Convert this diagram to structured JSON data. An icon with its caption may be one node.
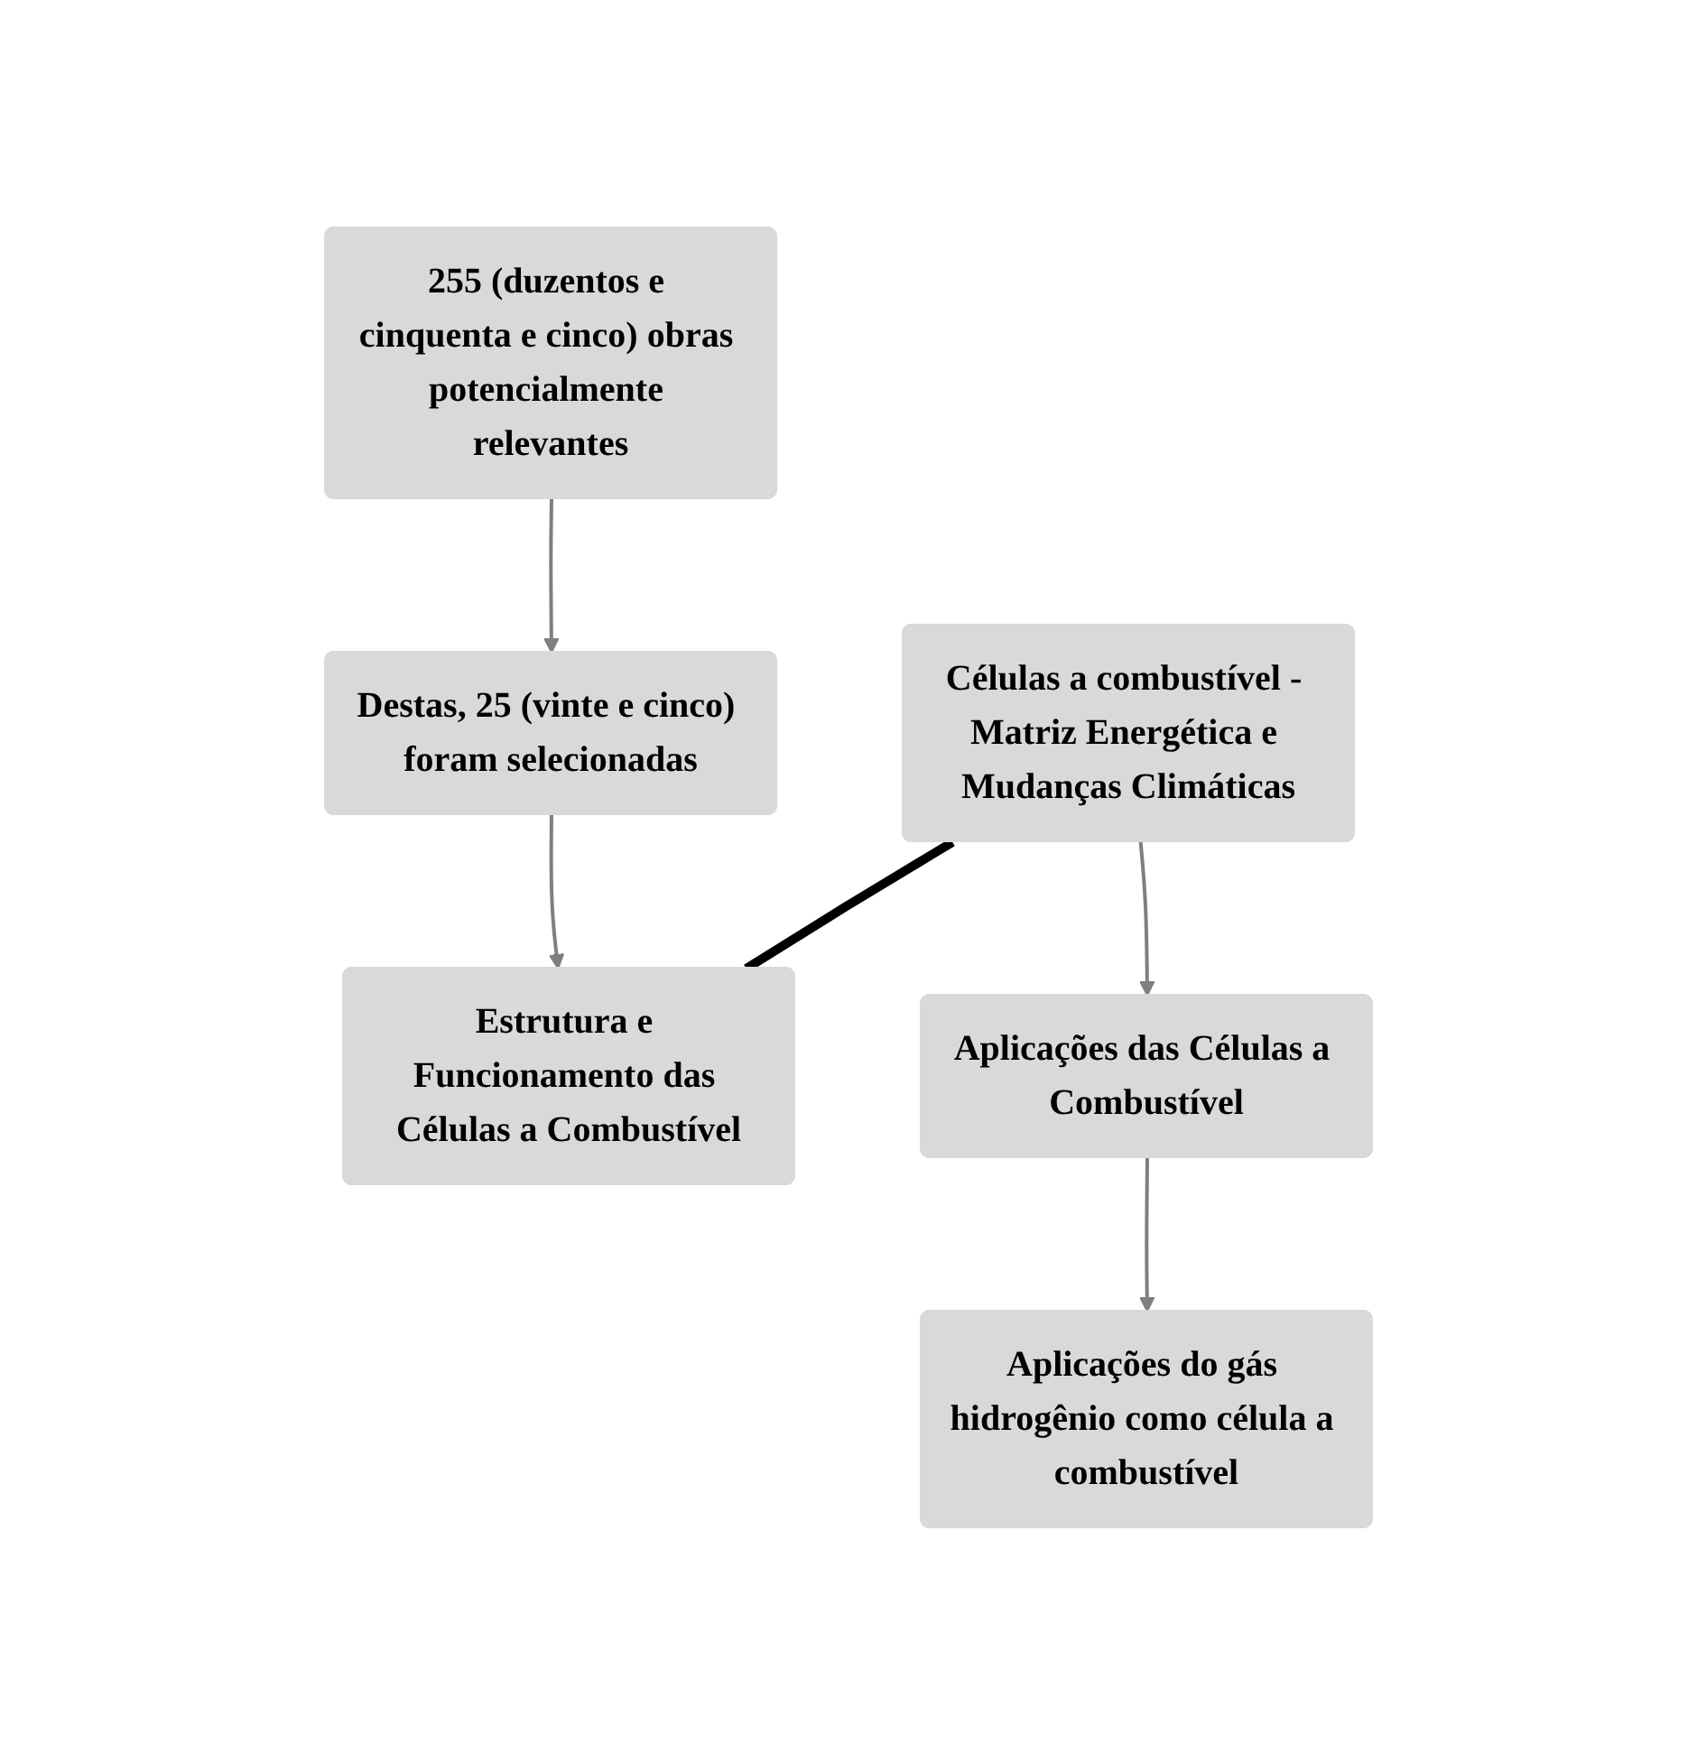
{
  "diagram": {
    "nodes": [
      {
        "text": [
          "255 (duzentos e cinquenta e cinco) obras potencialmente relevantes"
        ]
      },
      {
        "text": [
          "Destas, 25 (vinte e cinco) foram selecionadas"
        ]
      },
      {
        "text": [
          "Células a combustível - Matriz Energética e Mudanças Climáticas"
        ]
      },
      {
        "text": [
          "Estrutura e Funcionamento das Células a Combustível"
        ]
      },
      {
        "text": [
          "Aplicações das Células a Combustível"
        ]
      },
      {
        "text": [
          "Aplicações do gás hidrogênio como célula a combustível"
        ]
      }
    ],
    "edges": [
      {
        "from": 0,
        "to": 1,
        "arrow": "to"
      },
      {
        "from": 1,
        "to": 3,
        "arrow": "to"
      },
      {
        "from": 2,
        "to": 3,
        "arrow": "none",
        "style": "thick",
        "color": "#000000"
      },
      {
        "from": 2,
        "to": 4,
        "arrow": "to"
      },
      {
        "from": 4,
        "to": 5,
        "arrow": "to"
      }
    ]
  }
}
